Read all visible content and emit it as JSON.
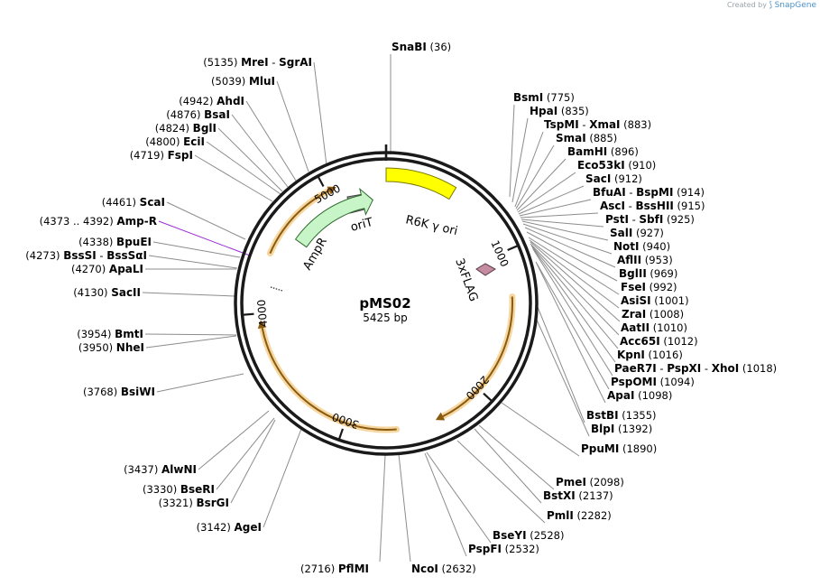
{
  "credit": {
    "prefix": "Created by",
    "brand": "SnapGene"
  },
  "plasmid": {
    "name": "pMS02",
    "size_label": "5425 bp"
  },
  "ticks": [
    "1000",
    "2000",
    "3000",
    "4000",
    "5000"
  ],
  "features": {
    "oriT": "oriT",
    "r6k": "R6K γ ori",
    "ampr": "AmpR",
    "flag": "3xFLAG"
  },
  "colors": {
    "ring": "#1a1a1a",
    "orf": "#e8a020",
    "r6k": "#ffff00",
    "ampr": "#c8f5c8",
    "orit": "#999999",
    "flag": "#c48ca0",
    "primer_highlight": "#9b30d0"
  },
  "enzymes": [
    {
      "id": "snabi",
      "name": "SnaBI",
      "pos": "(36)"
    },
    {
      "id": "bsmi",
      "name": "BsmI",
      "pos": "(775)"
    },
    {
      "id": "hpai",
      "name": "HpaI",
      "pos": "(835)"
    },
    {
      "id": "tspmi",
      "name": "TspMI",
      "name2": "XmaI",
      "pos": "(883)"
    },
    {
      "id": "smai",
      "name": "SmaI",
      "pos": "(885)"
    },
    {
      "id": "bamhi",
      "name": "BamHI",
      "pos": "(896)"
    },
    {
      "id": "eco53ki",
      "name": "Eco53kI",
      "pos": "(910)"
    },
    {
      "id": "saci",
      "name": "SacI",
      "pos": "(912)"
    },
    {
      "id": "bfuai",
      "name": "BfuAI",
      "name2": "BspMI",
      "pos": "(914)"
    },
    {
      "id": "asci",
      "name": "AscI",
      "name2": "BssHII",
      "pos": "(915)"
    },
    {
      "id": "psti",
      "name": "PstI",
      "name2": "SbfI",
      "pos": "(925)"
    },
    {
      "id": "sali",
      "name": "SalI",
      "pos": "(927)"
    },
    {
      "id": "noti",
      "name": "NotI",
      "pos": "(940)"
    },
    {
      "id": "aflii",
      "name": "AflII",
      "pos": "(953)"
    },
    {
      "id": "bglii",
      "name": "BglII",
      "pos": "(969)"
    },
    {
      "id": "fsei",
      "name": "FseI",
      "pos": "(992)"
    },
    {
      "id": "asisi",
      "name": "AsiSI",
      "pos": "(1001)"
    },
    {
      "id": "zrai",
      "name": "ZraI",
      "pos": "(1008)"
    },
    {
      "id": "aatii",
      "name": "AatII",
      "pos": "(1010)"
    },
    {
      "id": "acc65i",
      "name": "Acc65I",
      "pos": "(1012)"
    },
    {
      "id": "kpni",
      "name": "KpnI",
      "pos": "(1016)"
    },
    {
      "id": "paer7i",
      "name": "PaeR7I",
      "name2": "PspXI",
      "name3": "XhoI",
      "pos": "(1018)"
    },
    {
      "id": "pspomi",
      "name": "PspOMI",
      "pos": "(1094)"
    },
    {
      "id": "apai",
      "name": "ApaI",
      "pos": "(1098)"
    },
    {
      "id": "bstbi",
      "name": "BstBI",
      "pos": "(1355)"
    },
    {
      "id": "blpi",
      "name": "BlpI",
      "pos": "(1392)"
    },
    {
      "id": "ppumi",
      "name": "PpuMI",
      "pos": "(1890)"
    },
    {
      "id": "pmei",
      "name": "PmeI",
      "pos": "(2098)"
    },
    {
      "id": "bstxi",
      "name": "BstXI",
      "pos": "(2137)"
    },
    {
      "id": "pmli",
      "name": "PmlI",
      "pos": "(2282)"
    },
    {
      "id": "bseyi",
      "name": "BseYI",
      "pos": "(2528)"
    },
    {
      "id": "pspfi",
      "name": "PspFI",
      "pos": "(2532)"
    },
    {
      "id": "ncoi",
      "name": "NcoI",
      "pos": "(2632)"
    },
    {
      "id": "pflmi",
      "name": "PflMI",
      "pos": "(2716)"
    },
    {
      "id": "agei",
      "name": "AgeI",
      "pos": "(3142)"
    },
    {
      "id": "bsrgi",
      "name": "BsrGI",
      "pos": "(3321)"
    },
    {
      "id": "bseri",
      "name": "BseRI",
      "pos": "(3330)"
    },
    {
      "id": "alwni",
      "name": "AlwNI",
      "pos": "(3437)"
    },
    {
      "id": "bsiwi",
      "name": "BsiWI",
      "pos": "(3768)"
    },
    {
      "id": "nhei",
      "name": "NheI",
      "pos": "(3950)"
    },
    {
      "id": "bmti",
      "name": "BmtI",
      "pos": "(3954)"
    },
    {
      "id": "sacii",
      "name": "SacII",
      "pos": "(4130)"
    },
    {
      "id": "apali",
      "name": "ApaLI",
      "pos": "(4270)"
    },
    {
      "id": "bsssi",
      "name": "BssSI",
      "name2": "BssSαI",
      "pos": "(4273)"
    },
    {
      "id": "bpuei",
      "name": "BpuEI",
      "pos": "(4338)"
    },
    {
      "id": "ampr_primer",
      "name": "Amp-R",
      "pos": "(4373 .. 4392)",
      "highlight": true
    },
    {
      "id": "scai",
      "name": "ScaI",
      "pos": "(4461)"
    },
    {
      "id": "fspi",
      "name": "FspI",
      "pos": "(4719)"
    },
    {
      "id": "ecii",
      "name": "EciI",
      "pos": "(4800)"
    },
    {
      "id": "bgli",
      "name": "BglI",
      "pos": "(4824)"
    },
    {
      "id": "bsai",
      "name": "BsaI",
      "pos": "(4876)"
    },
    {
      "id": "ahdi",
      "name": "AhdI",
      "pos": "(4942)"
    },
    {
      "id": "mlui",
      "name": "MluI",
      "pos": "(5039)"
    },
    {
      "id": "mrei",
      "name": "MreI",
      "name2": "SgrAI",
      "pos": "(5135)"
    }
  ]
}
